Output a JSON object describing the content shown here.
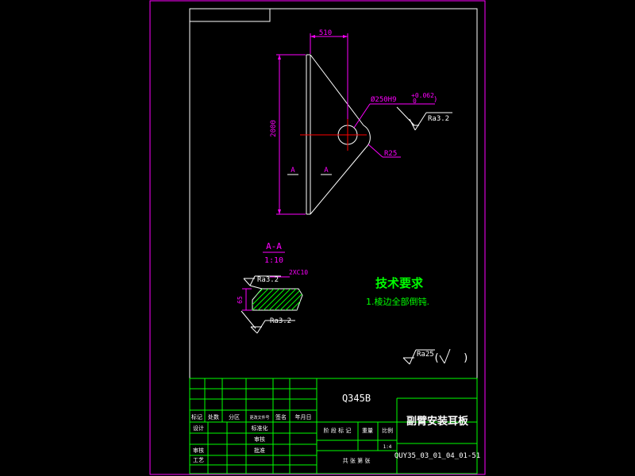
{
  "colors": {
    "background": "#000000",
    "frame": "#ff00ff",
    "outline": "#ffffff",
    "dimension": "#ff00ff",
    "centerline": "#ff0000",
    "hatch": "#00ff00",
    "title_block": "#00ff00",
    "table_text": "#ffffff",
    "heading_text": "#00ff00"
  },
  "dimensions": {
    "width": "510",
    "height": "2000",
    "hole": "Ø250H9",
    "tol_upper": "+0.062",
    "tol_lower": "0",
    "tol_close": ")",
    "radius": "R25",
    "roughness_hole": "Ra3.2",
    "section_left_marker": "A",
    "section_right_marker": "A"
  },
  "section_view": {
    "title": "A-A",
    "scale": "1:10",
    "chamfer": "2XC10",
    "thickness": "65",
    "roughness_top": "Ra3.2",
    "roughness_bottom": "Ra3.2"
  },
  "tech_req": {
    "title": "技术要求",
    "item1": "1.棱边全部倒钝."
  },
  "general_roughness": {
    "label": "Ra25",
    "paren_left": "(",
    "paren_right": ")"
  },
  "title_block": {
    "material": "Q345B",
    "part_name": "副臂安装耳板",
    "drawing_no": "QUY35_03_01_04_01-51",
    "labels": {
      "mark": "标记",
      "count": "处数",
      "zone": "分区",
      "change_doc": "更改文件号",
      "signature": "签名",
      "date": "年月日",
      "design": "设计",
      "standardize": "标准化",
      "review": "审核",
      "approve": "批准",
      "check": "审核",
      "process": "工艺",
      "stage_mark": "阶 段 标 记",
      "weight": "重量",
      "ratio": "比例",
      "ratio_value": "1:4",
      "sheets": "共 张 第 张"
    }
  }
}
